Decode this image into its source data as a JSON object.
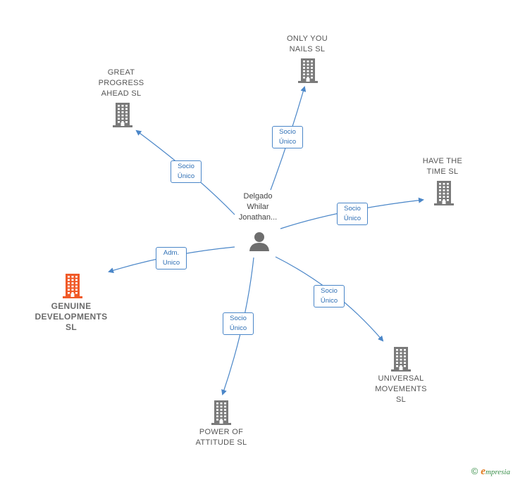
{
  "center": {
    "label": "Delgado\nWhilar\nJonathan..."
  },
  "companies": [
    {
      "id": "great",
      "label": "GREAT\nPROGRESS\nAHEAD  SL",
      "highlight": false
    },
    {
      "id": "onlyyou",
      "label": "ONLY YOU\nNAILS  SL",
      "highlight": false
    },
    {
      "id": "havetime",
      "label": "HAVE THE\nTIME  SL",
      "highlight": false
    },
    {
      "id": "genuine",
      "label": "GENUINE\nDEVELOPMENTS\nSL",
      "highlight": true
    },
    {
      "id": "universal",
      "label": "UNIVERSAL\nMOVEMENTS\nSL",
      "highlight": false
    },
    {
      "id": "power",
      "label": "POWER OF\nATTITUDE  SL",
      "highlight": false
    }
  ],
  "edges": [
    {
      "to": "great",
      "label": "Socio\nÚnico"
    },
    {
      "to": "onlyyou",
      "label": "Socio\nÚnico"
    },
    {
      "to": "havetime",
      "label": "Socio\nÚnico"
    },
    {
      "to": "genuine",
      "label": "Adm.\nUnico"
    },
    {
      "to": "universal",
      "label": "Socio\nÚnico"
    },
    {
      "to": "power",
      "label": "Socio\nÚnico"
    }
  ],
  "colors": {
    "edge": "#4a86c8",
    "building": "#7a7a7a",
    "building_highlight": "#f05a28",
    "person": "#6e6e6e"
  },
  "icons": {
    "company": "building-icon",
    "person": "person-icon"
  },
  "footer": {
    "copyright": "©",
    "brand_initial": "e",
    "brand_rest": "mpresia"
  }
}
